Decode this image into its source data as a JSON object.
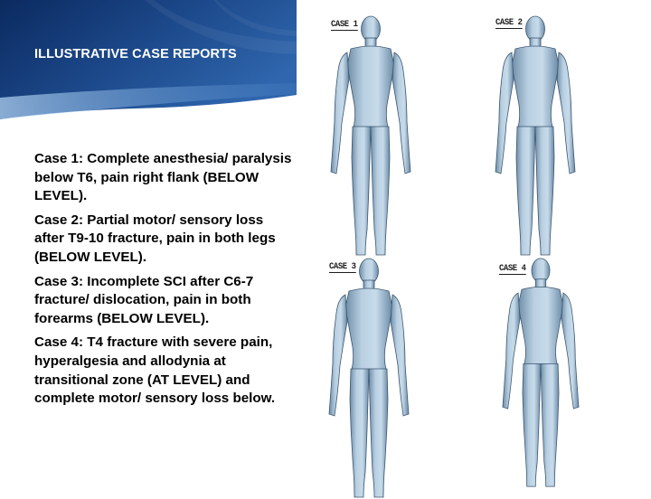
{
  "title": "ILLUSTRATIVE CASE REPORTS",
  "cases": [
    "Case 1: Complete anesthesia/ paralysis below T6, pain right flank (BELOW LEVEL).",
    "Case 2: Partial motor/ sensory loss after T9-10 fracture, pain in both legs (BELOW LEVEL).",
    "Case 3: Incomplete SCI after C6-7 fracture/ dislocation, pain in both forearms (BELOW LEVEL).",
    "Case 4: T4 fracture with severe pain, hyperalgesia and allodynia at transitional zone (AT LEVEL) and complete motor/ sensory loss below."
  ],
  "figure_labels": [
    "CASE 1",
    "CASE 2",
    "CASE 3",
    "CASE 4"
  ],
  "colors": {
    "banner_dark": "#0b2a60",
    "banner_mid": "#2b5fa6",
    "banner_light": "#7fb2e0",
    "body_fill": "#a8bfd2",
    "shading": "#222222"
  }
}
